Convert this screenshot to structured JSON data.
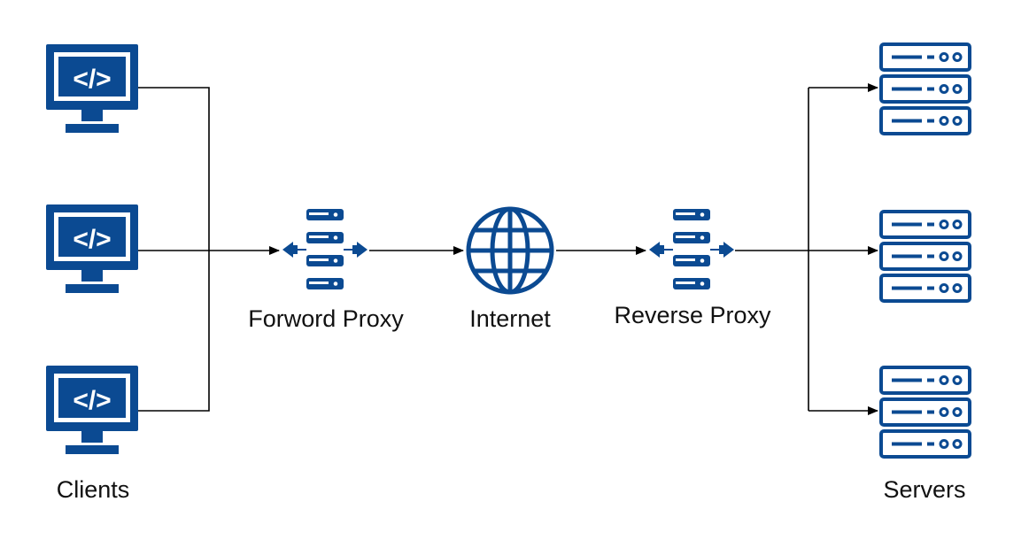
{
  "colors": {
    "icon": "#0b4a92",
    "connector": "#000000",
    "background": "#ffffff",
    "text": "#111111"
  },
  "icons": {
    "client": "code-monitor-icon",
    "proxy": "server-stack-bidirectional-arrows-icon",
    "internet": "globe-icon",
    "server": "server-rack-icon"
  },
  "clients": {
    "label": "Clients",
    "count": 3,
    "code_glyph": "</>"
  },
  "forward_proxy": {
    "label": "Forword Proxy"
  },
  "internet": {
    "label": "Internet"
  },
  "reverse_proxy": {
    "label": "Reverse Proxy"
  },
  "servers": {
    "label": "Servers",
    "count": 3
  }
}
